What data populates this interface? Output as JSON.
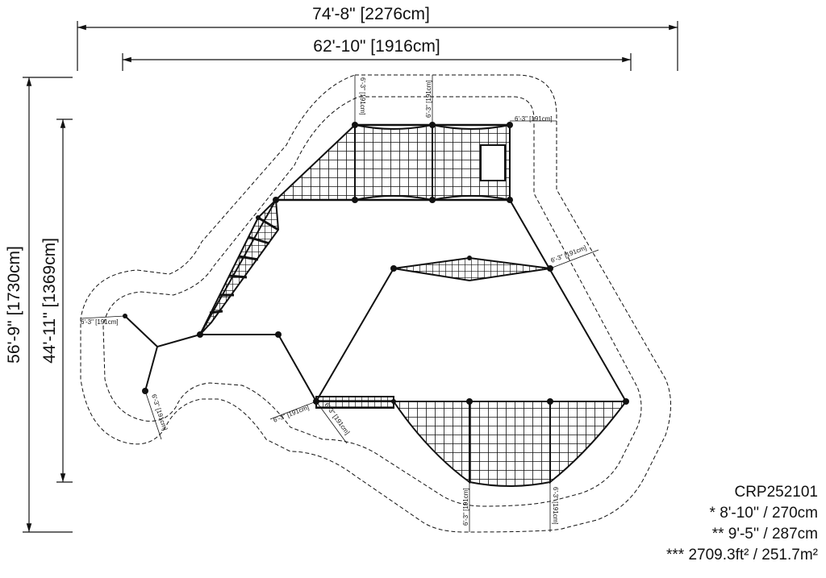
{
  "dimensions": {
    "overall_width": "74'-8\" [2276cm]",
    "inner_width": "62'-10\" [1916cm]",
    "overall_height": "56'-9\" [1730cm]",
    "inner_height": "44'-11\" [1369cm]"
  },
  "clearances": {
    "top_left": "6'-3\" [191cm]",
    "top_right_a": "6'-3\" [191cm]",
    "top_right_b": "6'-3\" [191cm]",
    "right": "6'-3\" [191cm]",
    "left_a": "6'-3\" [191cm]",
    "left_b": "6'-3\" [191cm]",
    "bottom_a": "6'-3\" [191cm]",
    "bottom_b": "6'-3\" [191cm]",
    "bottom_c": "6'-3\" [191cm]",
    "bottom_d": "6'-3\" [191cm]"
  },
  "specs": {
    "model": "CRP252101",
    "line1": "* 8'-10'' / 270cm",
    "line2": "** 9'-5'' / 287cm",
    "line3": "*** 2709.3ft² / 251.7m²"
  }
}
